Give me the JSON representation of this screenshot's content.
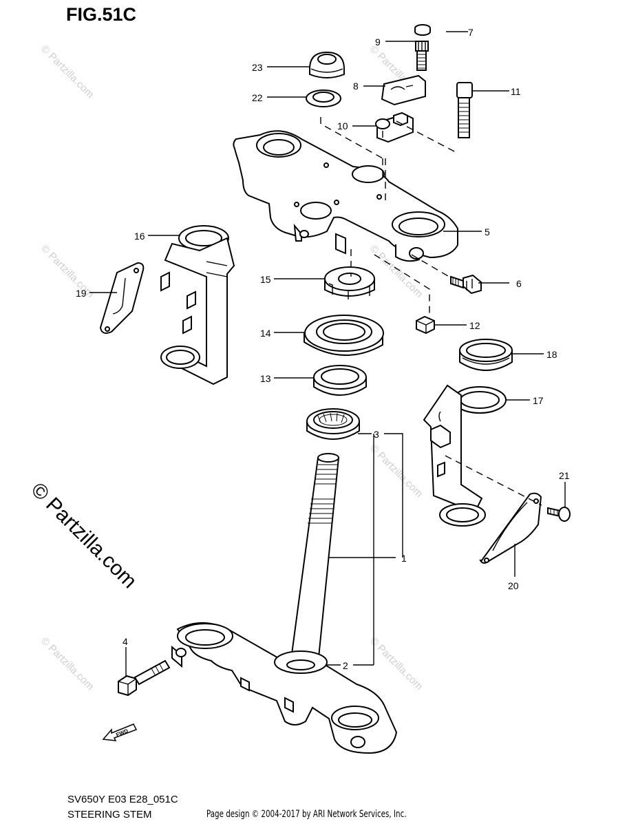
{
  "figure": {
    "title": "FIG.51C",
    "model_code": "SV650Y E03 E28_051C",
    "section_name": "STEERING STEM",
    "credit": "Page design © 2004-2017 by ARI Network Services, Inc."
  },
  "watermark": {
    "main": "© Partzilla.com",
    "small": "© Partzilla.com"
  },
  "fwd_label": "FWD",
  "callouts": {
    "c1": "1",
    "c2": "2",
    "c3": "3",
    "c4": "4",
    "c5": "5",
    "c6": "6",
    "c7": "7",
    "c8": "8",
    "c9": "9",
    "c10": "10",
    "c11": "11",
    "c12": "12",
    "c13": "13",
    "c14": "14",
    "c15": "15",
    "c16": "16",
    "c17": "17",
    "c18": "18",
    "c19": "19",
    "c20": "20",
    "c21": "21",
    "c22": "22",
    "c23": "23"
  }
}
